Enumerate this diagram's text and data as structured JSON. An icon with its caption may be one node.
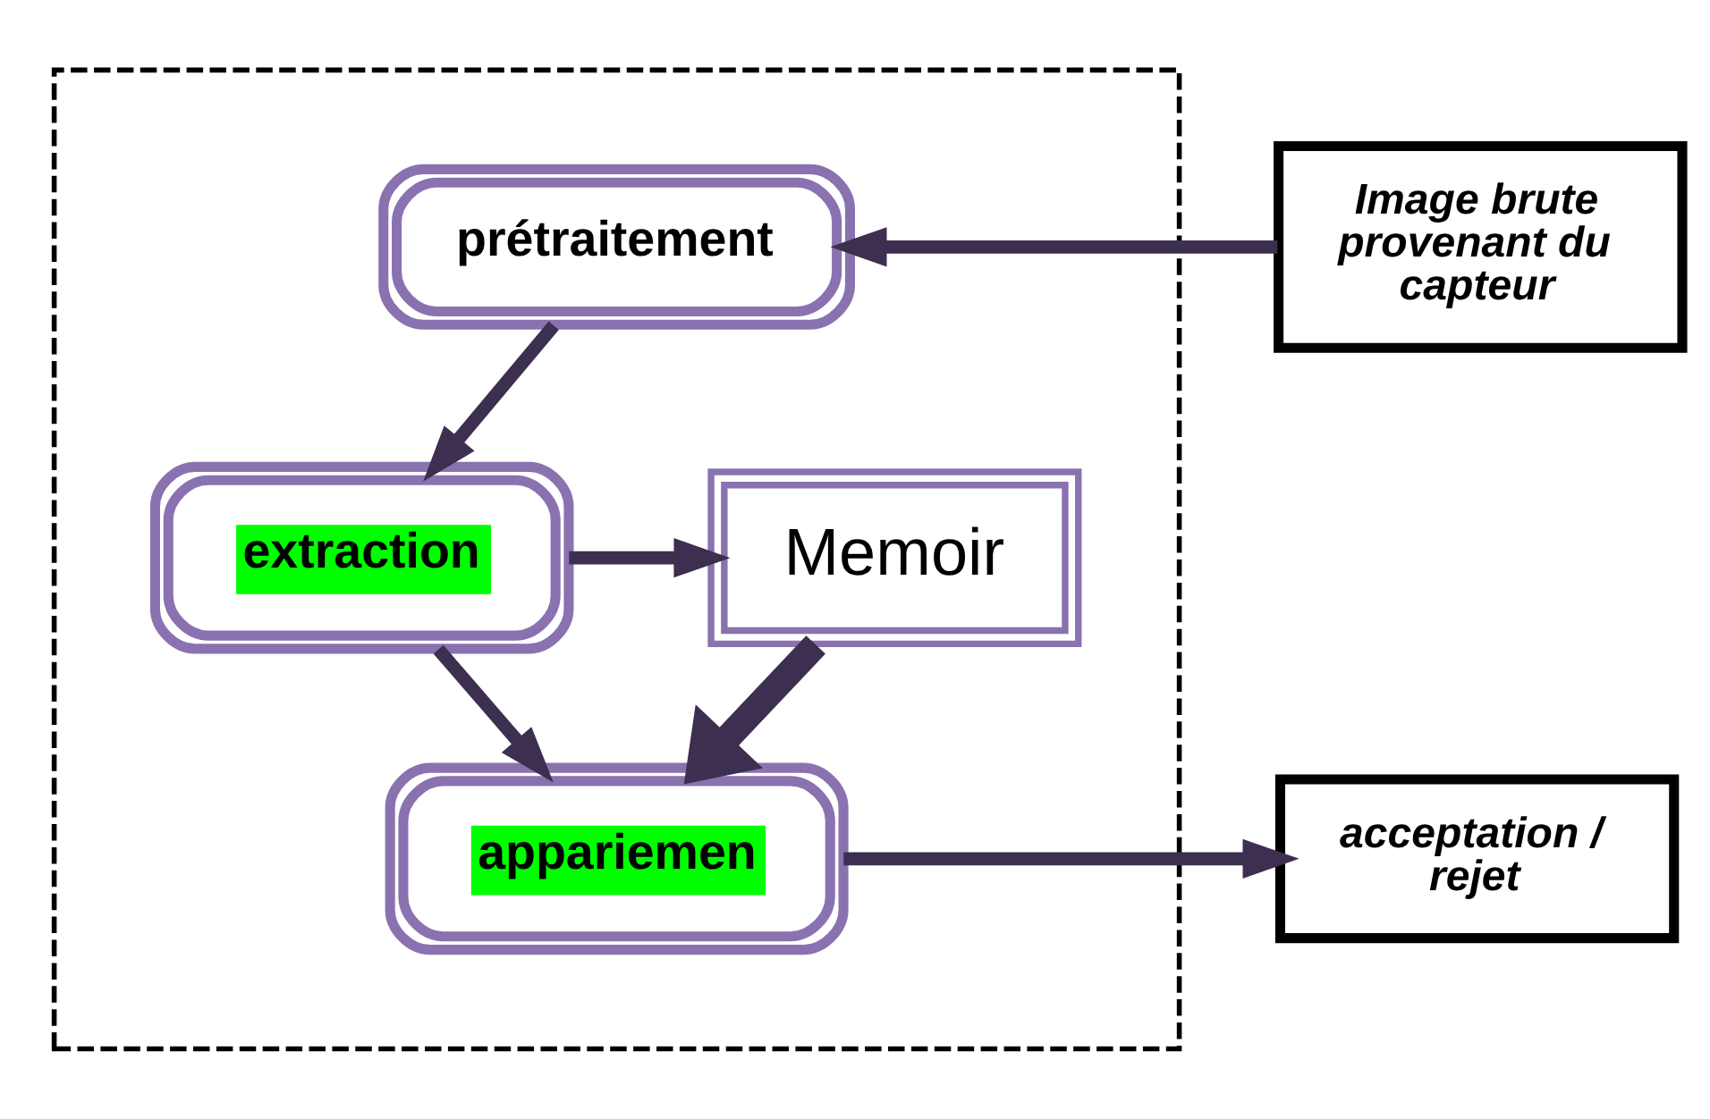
{
  "diagram": {
    "nodes": [
      {
        "text": [],
        "shape": "box"
      },
      {
        "text": [
          "Image brute provenant du capteur"
        ]
      },
      {
        "text": [
          "prétraitement"
        ],
        "in": 0
      },
      {
        "text": [
          "extraction"
        ],
        "in": 0
      },
      {
        "text": [
          "appariemen"
        ],
        "in": 0
      },
      {
        "text": [
          "Memoir"
        ],
        "in": 0
      },
      {
        "text": [
          "acceptation / rejet"
        ]
      }
    ],
    "edges": [
      {
        "from": 1,
        "to": 2,
        "arrow": "to"
      },
      {
        "from": 2,
        "to": 3,
        "arrow": "to"
      },
      {
        "from": 3,
        "to": 5,
        "arrow": "to"
      },
      {
        "from": 3,
        "to": 4,
        "arrow": "to"
      },
      {
        "from": 5,
        "to": 4,
        "arrow": "to",
        "style": "thick"
      },
      {
        "from": 4,
        "to": 6,
        "arrow": "to"
      }
    ]
  }
}
